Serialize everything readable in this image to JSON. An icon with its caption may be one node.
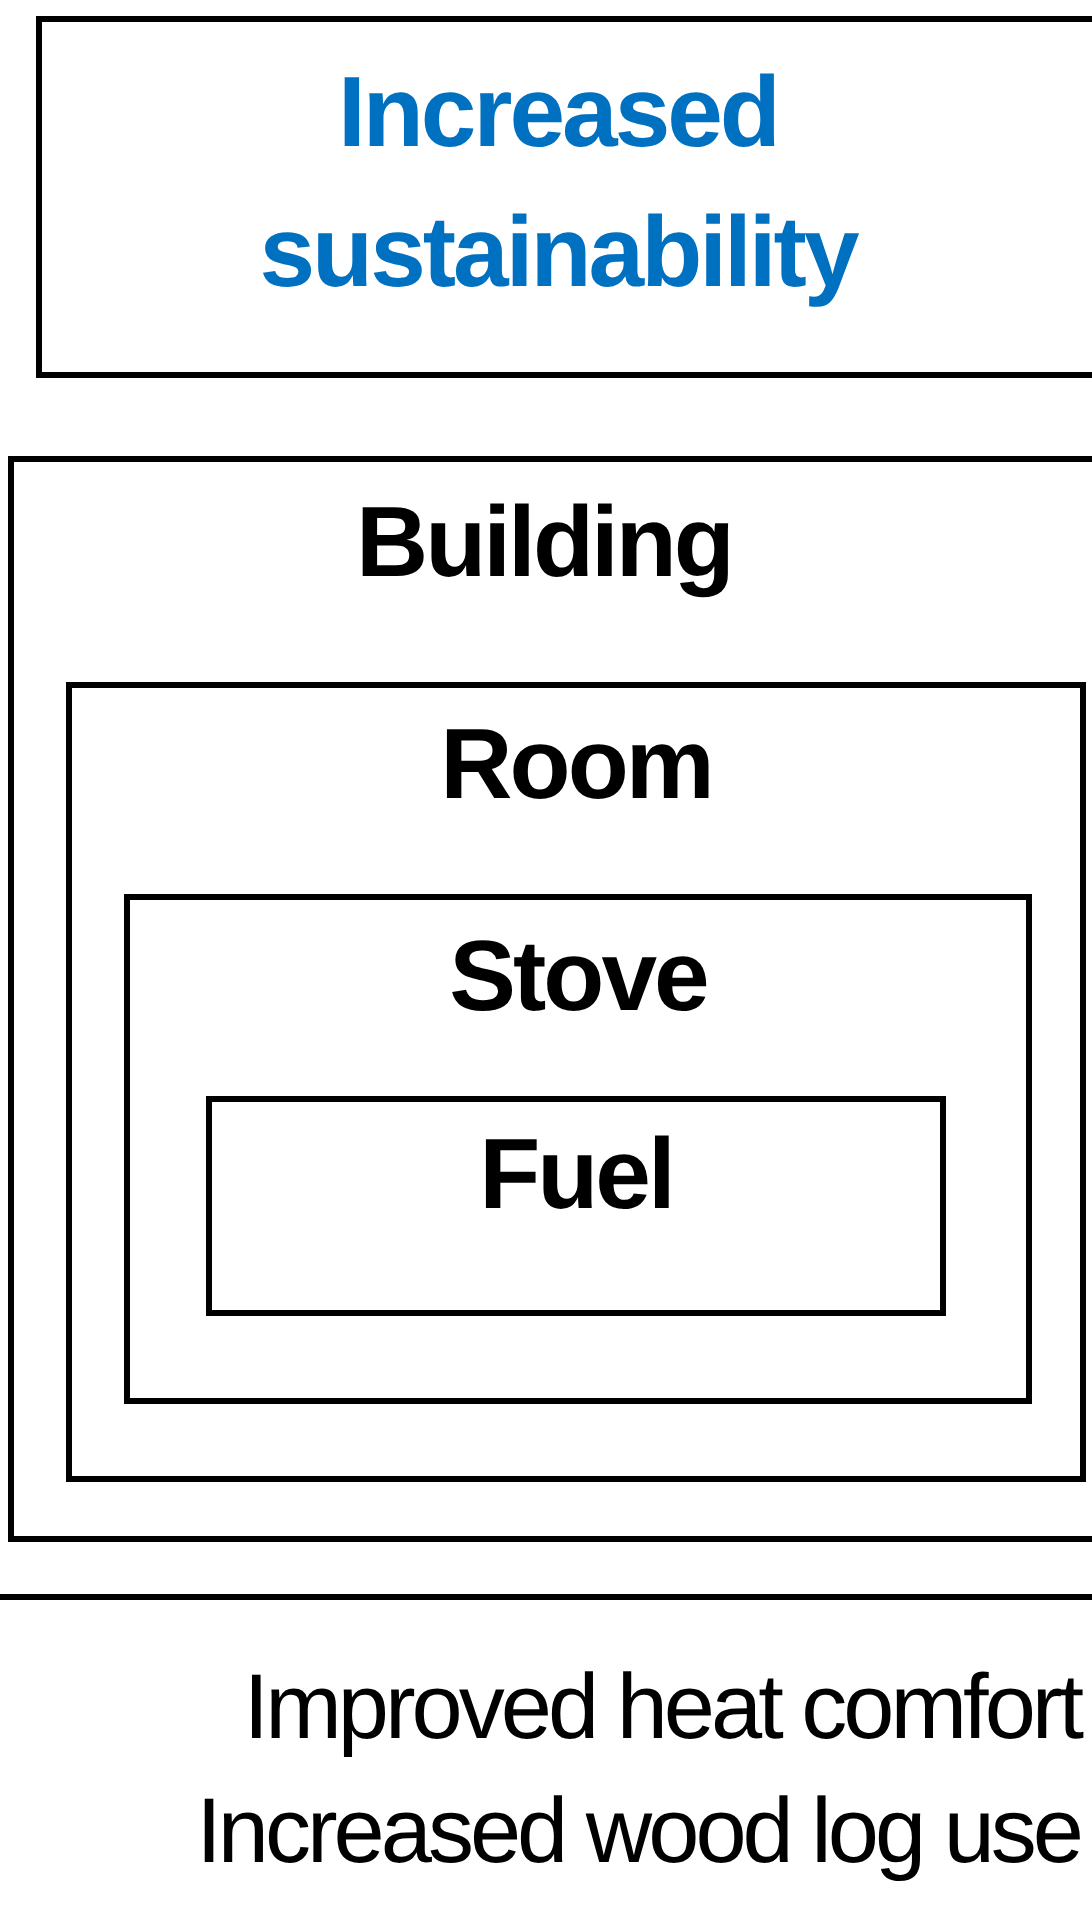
{
  "diagram": {
    "nodes": [
      {
        "text": [
          "Increased sustainability"
        ]
      },
      {
        "text": [
          "Building"
        ]
      },
      {
        "text": [
          "Room"
        ],
        "in": 1
      },
      {
        "text": [
          "Stove"
        ],
        "in": 2
      },
      {
        "text": [
          "Fuel"
        ],
        "in": 3
      }
    ],
    "labels": [
      "Improved heat comfort",
      "Increased wood log use"
    ]
  }
}
